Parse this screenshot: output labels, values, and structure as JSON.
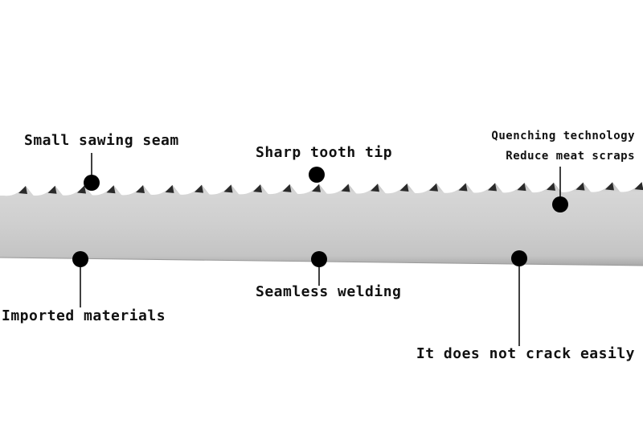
{
  "labels": {
    "small_sawing_seam": "Small sawing seam",
    "sharp_tooth_tip": "Sharp tooth tip",
    "quenching_technology": "Quenching technology",
    "reduce_meat_scraps": "Reduce meat scraps",
    "imported_materials": "Imported materials",
    "seamless_welding": "Seamless welding",
    "does_not_crack": "It does not crack easily"
  },
  "colors": {
    "background": "#ffffff",
    "blade": "#c9c9c9",
    "tooth_tip": "#2a2a2a",
    "marker": "#000000"
  }
}
